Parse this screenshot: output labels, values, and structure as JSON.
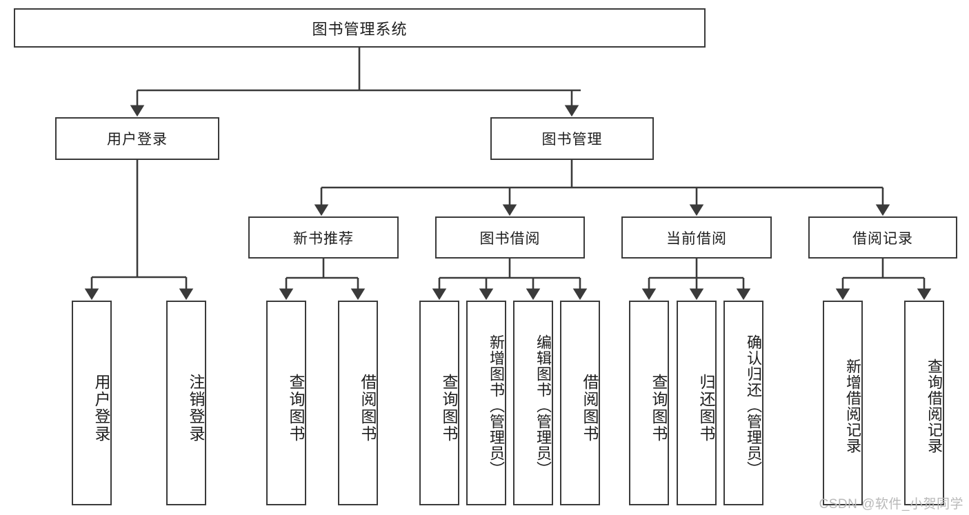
{
  "diagram": {
    "title": "图书管理系统",
    "type": "tree",
    "watermark": "CSDN @软件_小贺同学",
    "colors": {
      "stroke": "#3a3a3a",
      "fill": "#ffffff",
      "text": "#1d1d1d",
      "watermark": "#b9b9b9"
    }
  },
  "nodes": {
    "root": {
      "label": "图书管理系统"
    },
    "level2": [
      {
        "id": "user-login",
        "label": "用户登录"
      },
      {
        "id": "book-manage",
        "label": "图书管理"
      }
    ],
    "level3": [
      {
        "id": "new-book-recommend",
        "label": "新书推荐"
      },
      {
        "id": "book-borrow",
        "label": "图书借阅"
      },
      {
        "id": "current-borrow",
        "label": "当前借阅"
      },
      {
        "id": "borrow-record",
        "label": "借阅记录"
      }
    ],
    "leaves": [
      {
        "id": "leaf-user-login",
        "label": "用户登录",
        "parent": "user-login"
      },
      {
        "id": "leaf-logout-login",
        "label": "注销登录",
        "parent": "user-login"
      },
      {
        "id": "leaf-query-book-1",
        "label": "查询图书",
        "parent": "new-book-recommend"
      },
      {
        "id": "leaf-borrow-book-1",
        "label": "借阅图书",
        "parent": "new-book-recommend"
      },
      {
        "id": "leaf-query-book-2",
        "label": "查询图书",
        "parent": "book-borrow"
      },
      {
        "id": "leaf-add-book",
        "label": "新增图书（管理员）",
        "parent": "book-borrow"
      },
      {
        "id": "leaf-edit-book",
        "label": "编辑图书（管理员）",
        "parent": "book-borrow"
      },
      {
        "id": "leaf-borrow-book-2",
        "label": "借阅图书",
        "parent": "book-borrow"
      },
      {
        "id": "leaf-query-book-3",
        "label": "查询图书",
        "parent": "current-borrow"
      },
      {
        "id": "leaf-return-book",
        "label": "归还图书",
        "parent": "current-borrow"
      },
      {
        "id": "leaf-confirm-return",
        "label": "确认归还（管理员）",
        "parent": "current-borrow"
      },
      {
        "id": "leaf-add-record",
        "label": "新增借阅记录",
        "parent": "borrow-record"
      },
      {
        "id": "leaf-query-record",
        "label": "查询借阅记录",
        "parent": "borrow-record"
      }
    ]
  }
}
